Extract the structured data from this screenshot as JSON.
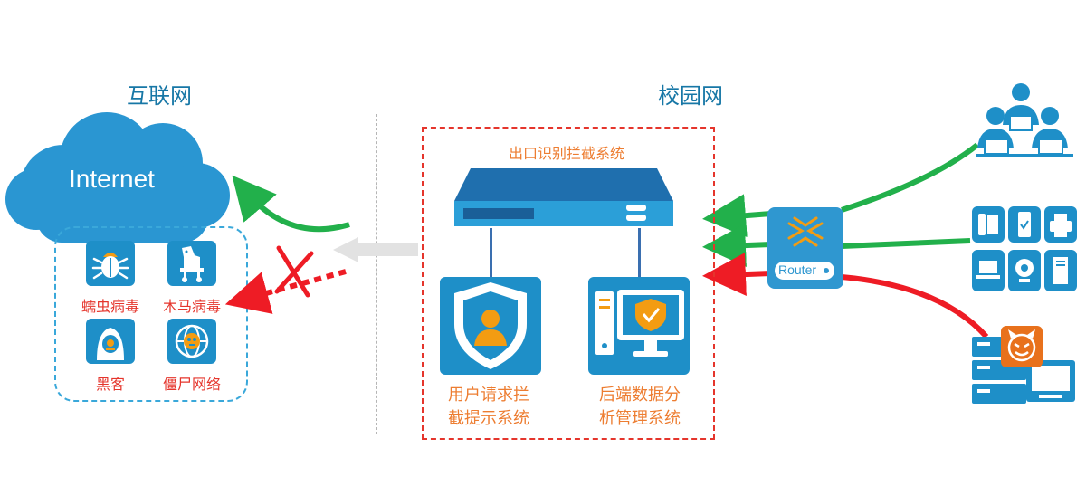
{
  "internet_section": {
    "title": "互联网",
    "cloud_label": "Internet",
    "threats": [
      {
        "label": "蠕虫病毒",
        "icon": "bug-icon"
      },
      {
        "label": "木马病毒",
        "icon": "trojan-horse-icon"
      },
      {
        "label": "黑客",
        "icon": "hacker-icon"
      },
      {
        "label": "僵尸网络",
        "icon": "zombie-network-icon"
      }
    ]
  },
  "campus_section": {
    "title": "校园网",
    "system_title": "出口识别拦截系统",
    "sub_systems": [
      {
        "label_line1": "用户请求拦",
        "label_line2": "截提示系统",
        "icon": "shield-user-icon"
      },
      {
        "label_line1": "后端数据分",
        "label_line2": "析管理系统",
        "icon": "computer-shield-icon"
      }
    ],
    "router_label": "Router"
  },
  "colors": {
    "title_blue": "#1777a6",
    "cloud_blue": "#2a96d2",
    "threat_red": "#e5352c",
    "system_orange": "#ed7d31",
    "allowed_green": "#22b04b",
    "blocked_red": "#ee1c25",
    "tile_blue": "#1e8fc8"
  }
}
